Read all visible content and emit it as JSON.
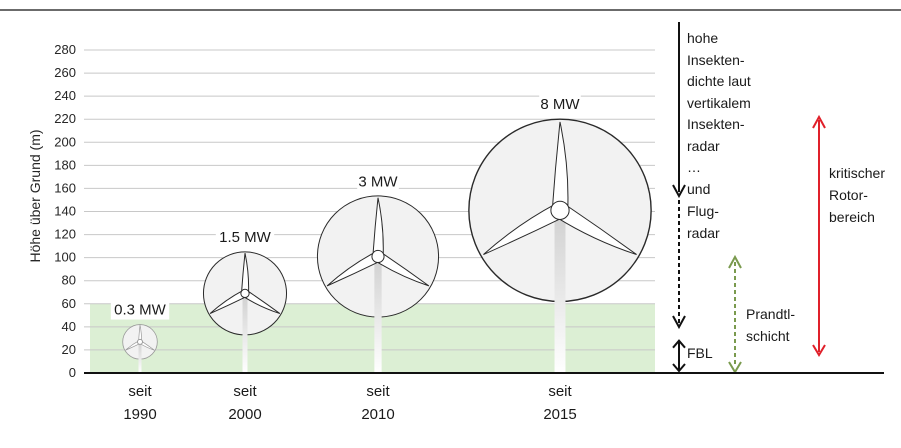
{
  "chart_data": {
    "type": "diagram",
    "ylabel": "Höhe über Grund (m)",
    "ylim": [
      0,
      280
    ],
    "yticks": [
      0,
      20,
      40,
      60,
      80,
      100,
      120,
      140,
      160,
      180,
      200,
      220,
      240,
      260,
      280
    ],
    "grid": true,
    "turbines": [
      {
        "label": "0.3 MW",
        "era": [
          "seit",
          "1990"
        ],
        "hub_height": 27,
        "rotor_top": 42,
        "rotor_bottom": 12
      },
      {
        "label": "1.5 MW",
        "era": [
          "seit",
          "2000"
        ],
        "hub_height": 69,
        "rotor_top": 105,
        "rotor_bottom": 33
      },
      {
        "label": "3 MW",
        "era": [
          "seit",
          "2010"
        ],
        "hub_height": 101,
        "rotor_top": 153,
        "rotor_bottom": 48
      },
      {
        "label": "8 MW",
        "era": [
          "seit",
          "2015"
        ],
        "hub_height": 141,
        "rotor_top": 220,
        "rotor_bottom": 62
      }
    ],
    "prandtl_layer": {
      "from": 0,
      "to": 60,
      "color": "#d3ebc9"
    },
    "annotations": {
      "insect_text": [
        "hohe",
        "Insekten-",
        "dichte laut",
        "vertikalem",
        "Insekten-",
        "radar",
        "…",
        "und",
        "Flug-",
        "radar"
      ],
      "fbl": "FBL",
      "prandtl": [
        "Prandtl-",
        "schicht"
      ],
      "critical": [
        "kritischer",
        "Rotor-",
        "bereich"
      ]
    },
    "colors": {
      "prandtl": "#7a9a4e",
      "critical": "#e0202a",
      "black": "#111111"
    }
  }
}
